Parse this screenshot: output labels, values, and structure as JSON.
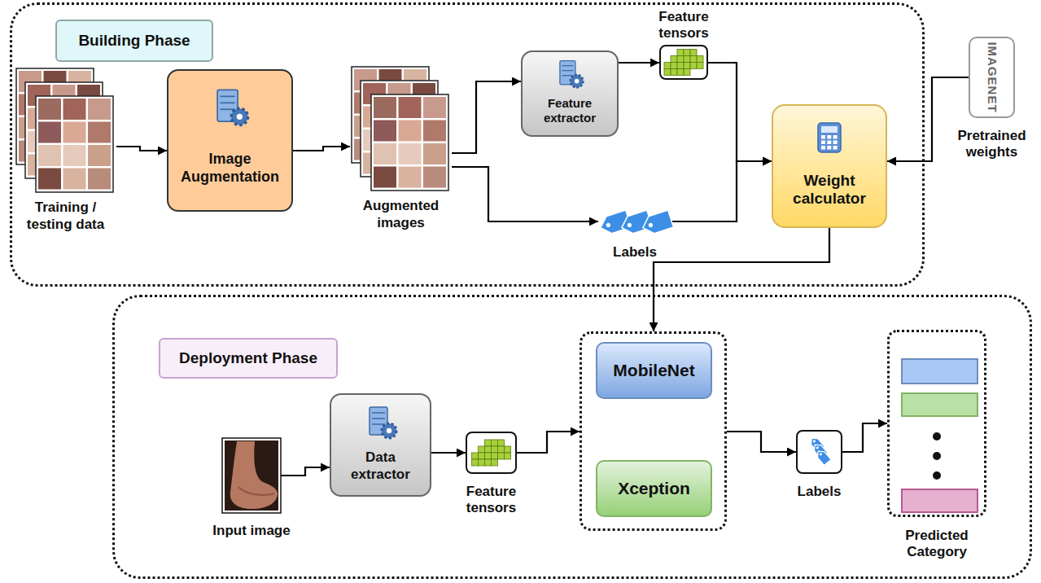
{
  "diagram": {
    "nodes": [
      {
        "text": [
          "Building Phase"
        ]
      },
      {
        "text": [
          "Training / testing data"
        ],
        "in": 0
      },
      {
        "text": [
          "Image Augmentation"
        ],
        "in": 0
      },
      {
        "text": [
          "Augmented images"
        ],
        "in": 0
      },
      {
        "text": [
          "Feature extractor"
        ],
        "in": 0
      },
      {
        "text": [
          "Feature tensors"
        ],
        "in": 0
      },
      {
        "text": [
          "Labels"
        ],
        "in": 0
      },
      {
        "text": [
          "Weight calculator"
        ],
        "in": 0
      },
      {
        "text": [
          "IMAGENET",
          "Pretrained weights"
        ]
      },
      {
        "text": [
          "Deployment Phase"
        ]
      },
      {
        "text": [
          "Input image"
        ],
        "in": 9
      },
      {
        "text": [
          "Data extractor"
        ],
        "in": 9
      },
      {
        "text": [
          "Feature tensors"
        ],
        "in": 9
      },
      {
        "text": [],
        "in": 9
      },
      {
        "text": [
          "MobileNet"
        ],
        "in": 13
      },
      {
        "text": [
          "Xception"
        ],
        "in": 13
      },
      {
        "text": [
          "Labels"
        ],
        "in": 9
      },
      {
        "text": [
          "Predicted Category"
        ],
        "in": 9
      }
    ],
    "edges": [
      {
        "from": 1,
        "to": 2,
        "arrow": "to"
      },
      {
        "from": 2,
        "to": 3,
        "arrow": "to"
      },
      {
        "from": 3,
        "to": 4,
        "arrow": "to"
      },
      {
        "from": 3,
        "to": 6,
        "arrow": "to"
      },
      {
        "from": 4,
        "to": 5,
        "arrow": "to"
      },
      {
        "from": 5,
        "to": 7,
        "arrow": "to"
      },
      {
        "from": 6,
        "to": 7,
        "arrow": "to"
      },
      {
        "from": 8,
        "to": 7,
        "arrow": "to"
      },
      {
        "from": 7,
        "to": 13,
        "arrow": "to"
      },
      {
        "from": 10,
        "to": 11,
        "arrow": "to"
      },
      {
        "from": 11,
        "to": 12,
        "arrow": "to"
      },
      {
        "from": 12,
        "to": 13,
        "arrow": "to"
      },
      {
        "from": 13,
        "to": 16,
        "arrow": "to"
      },
      {
        "from": 16,
        "to": 17,
        "arrow": "to"
      }
    ]
  }
}
